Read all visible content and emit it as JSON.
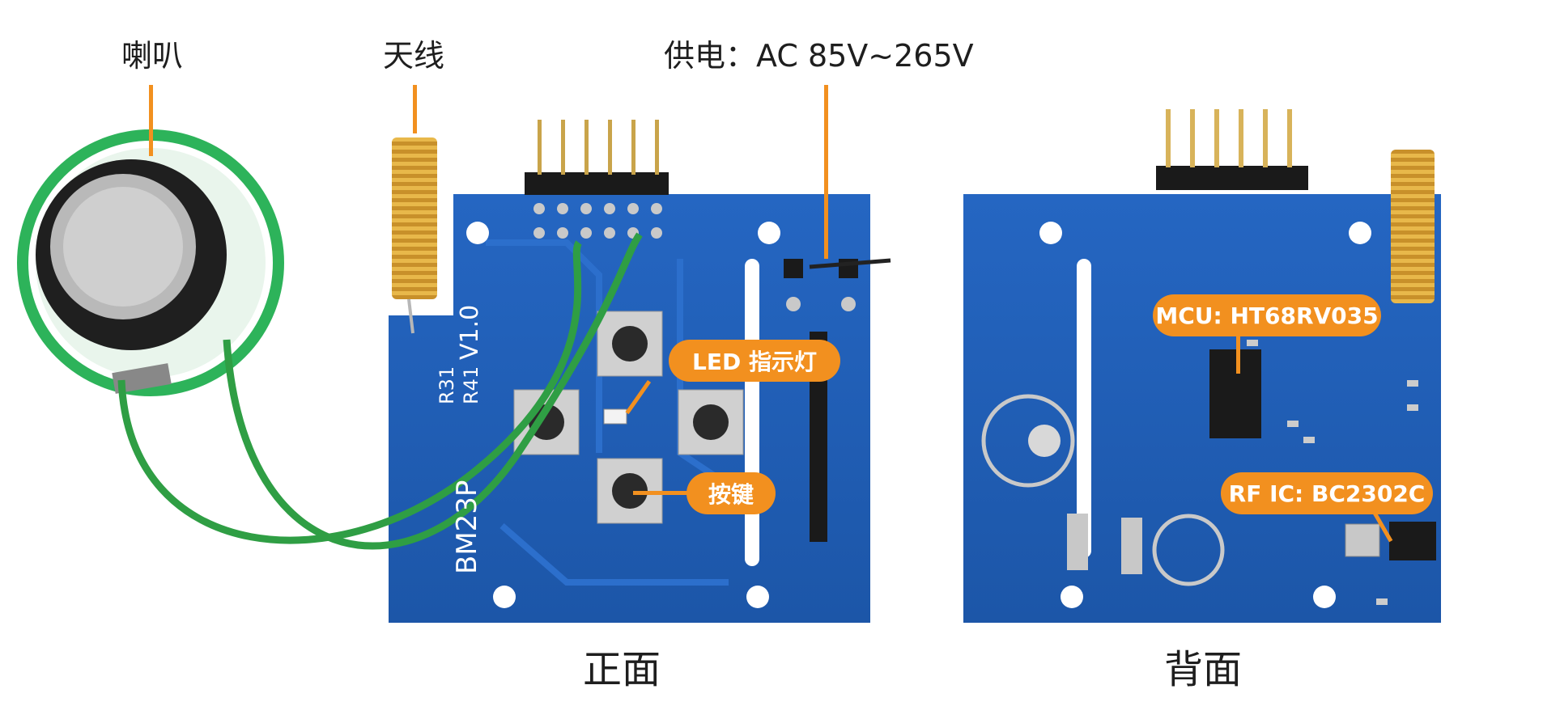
{
  "labels": {
    "speaker": "喇叭",
    "antenna": "天线",
    "power": "供电：AC 85V~265V"
  },
  "callouts": {
    "led": "LED 指示灯",
    "button": "按键",
    "mcu": "MCU: HT68RV035",
    "rf": "RF IC: BC2302C"
  },
  "captions": {
    "front": "正面",
    "back": "背面"
  },
  "board_text": {
    "model": "BM23P",
    "version": "V1.0",
    "r31": "R31",
    "r41": "R41"
  },
  "colors": {
    "pcb": "#1f5fb5",
    "accent": "#f2901f",
    "wire": "#2f9e44",
    "speaker_ring": "#2db35a",
    "spring": "#d9a431"
  }
}
